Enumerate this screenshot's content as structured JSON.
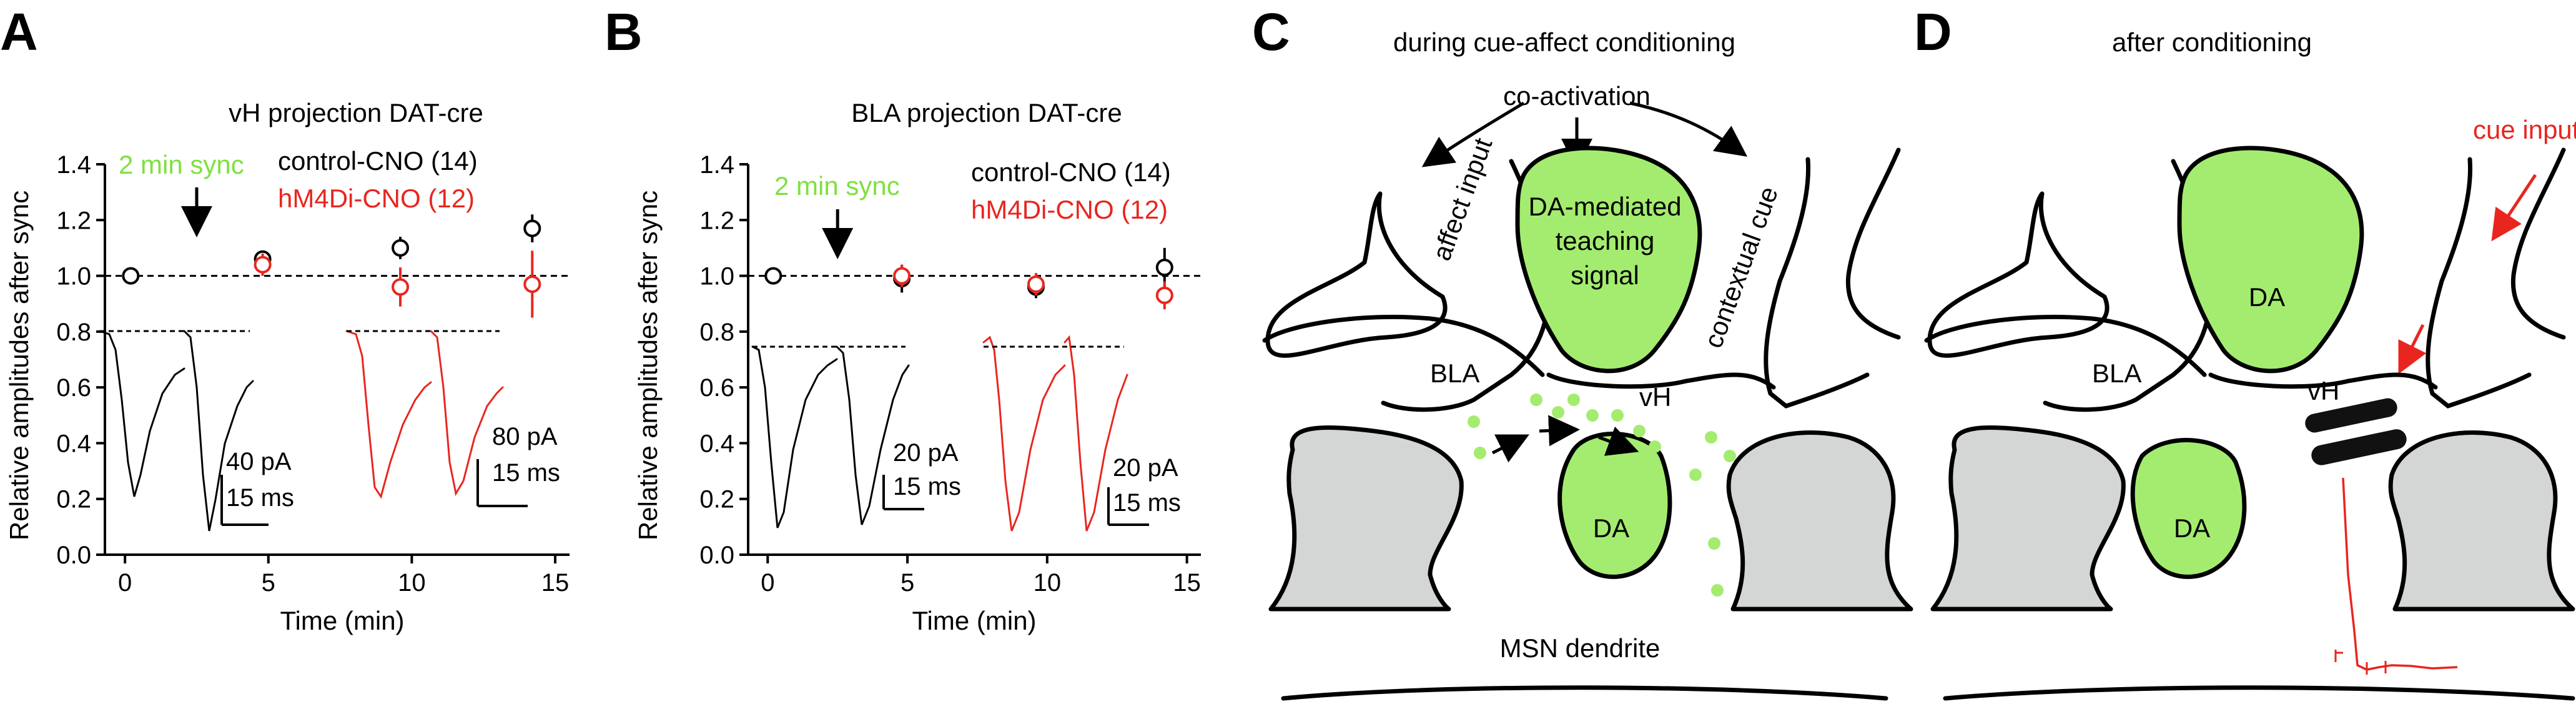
{
  "panel_letters": [
    "A",
    "B",
    "C",
    "D"
  ],
  "chart_data": [
    {
      "type": "scatter",
      "panel": "A",
      "title": "vH projection DAT-cre",
      "xlabel": "Time (min)",
      "ylabel": "Relative amplitudes after sync",
      "xlim": [
        -0.7,
        15.5
      ],
      "ylim": [
        0.0,
        1.4
      ],
      "xticks": [
        0,
        5,
        10,
        15
      ],
      "yticks": [
        "0.0",
        "0.2",
        "0.4",
        "0.6",
        "0.8",
        "1.0",
        "1.2",
        "1.4"
      ],
      "reference_line": 1.0,
      "annotation": "2 min sync",
      "annotation_x": 2.5,
      "series": [
        {
          "name": "control-CNO (14)",
          "color": "#000000",
          "points": [
            {
              "x": 0.2,
              "y": 1.0,
              "err": 0
            },
            {
              "x": 4.8,
              "y": 1.06,
              "err": 0.03
            },
            {
              "x": 9.6,
              "y": 1.1,
              "err": 0.04
            },
            {
              "x": 14.2,
              "y": 1.17,
              "err": 0.05
            }
          ]
        },
        {
          "name": "hM4Di-CNO (12)",
          "color": "#e8261f",
          "points": [
            {
              "x": 4.8,
              "y": 1.04,
              "err": 0.04
            },
            {
              "x": 9.6,
              "y": 0.96,
              "err": 0.07
            },
            {
              "x": 14.2,
              "y": 0.97,
              "err": 0.12
            }
          ]
        }
      ],
      "scalebars": [
        {
          "amplitude": "40 pA",
          "time": "15 ms"
        },
        {
          "amplitude": "80 pA",
          "time": "15 ms"
        }
      ]
    },
    {
      "type": "scatter",
      "panel": "B",
      "title": "BLA projection DAT-cre",
      "xlabel": "Time (min)",
      "ylabel": "Relative amplitudes after sync",
      "xlim": [
        -0.7,
        15.5
      ],
      "ylim": [
        0.0,
        1.4
      ],
      "xticks": [
        0,
        5,
        10,
        15
      ],
      "yticks": [
        "0.0",
        "0.2",
        "0.4",
        "0.6",
        "0.8",
        "1.0",
        "1.2",
        "1.4"
      ],
      "reference_line": 1.0,
      "annotation": "2 min sync",
      "annotation_x": 2.5,
      "series": [
        {
          "name": "control-CNO (14)",
          "color": "#000000",
          "points": [
            {
              "x": 0.2,
              "y": 1.0,
              "err": 0
            },
            {
              "x": 4.8,
              "y": 0.99,
              "err": 0.05
            },
            {
              "x": 9.6,
              "y": 0.96,
              "err": 0.04
            },
            {
              "x": 14.2,
              "y": 1.03,
              "err": 0.07
            }
          ]
        },
        {
          "name": "hM4Di-CNO (12)",
          "color": "#e8261f",
          "points": [
            {
              "x": 4.8,
              "y": 1.0,
              "err": 0.04
            },
            {
              "x": 9.6,
              "y": 0.97,
              "err": 0.04
            },
            {
              "x": 14.2,
              "y": 0.93,
              "err": 0.05
            }
          ]
        }
      ],
      "scalebars": [
        {
          "amplitude": "20 pA",
          "time": "15 ms"
        },
        {
          "amplitude": "20 pA",
          "time": "15 ms"
        }
      ]
    }
  ],
  "diagram_c": {
    "title": "during cue-affect conditioning",
    "coactivation": "co-activation",
    "affect_input": "affect input",
    "contextual_cue": "contextual cue",
    "teaching_signal": [
      "DA-mediated",
      "teaching",
      "signal"
    ],
    "bla": "BLA",
    "vh": "vH",
    "da": "DA",
    "msn": "MSN dendrite"
  },
  "diagram_d": {
    "title": "after conditioning",
    "cue_input": "cue input",
    "bla": "BLA",
    "vh": "vH",
    "da_top": "DA",
    "da_bottom": "DA"
  }
}
